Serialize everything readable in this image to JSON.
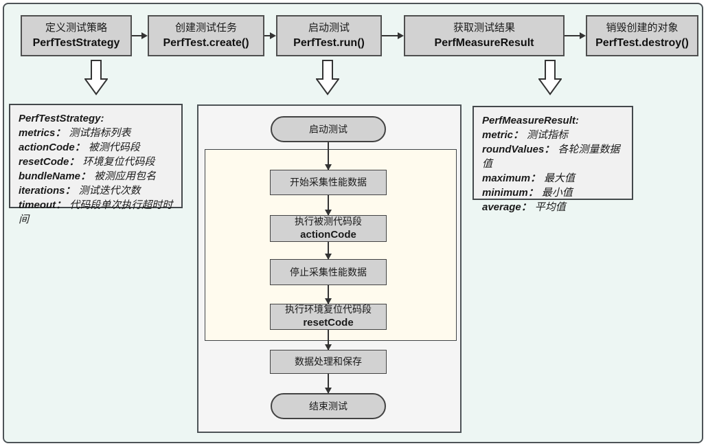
{
  "top_flow": {
    "steps": [
      {
        "label": "定义测试策略",
        "code": "PerfTestStrategy"
      },
      {
        "label": "创建测试任务",
        "code": "PerfTest.create()"
      },
      {
        "label": "启动测试",
        "code": "PerfTest.run()"
      },
      {
        "label": "获取测试结果",
        "code": "PerfMeasureResult"
      },
      {
        "label": "销毁创建的对象",
        "code": "PerfTest.destroy()"
      }
    ]
  },
  "strategy_panel": {
    "title": "PerfTestStrategy:",
    "separator": "：",
    "fields": [
      {
        "name": "metrics",
        "desc": "测试指标列表"
      },
      {
        "name": "actionCode",
        "desc": "被测代码段"
      },
      {
        "name": "resetCode",
        "desc": "环境复位代码段"
      },
      {
        "name": "bundleName",
        "desc": "被测应用包名"
      },
      {
        "name": "iterations",
        "desc": "测试迭代次数"
      },
      {
        "name": "timeout",
        "desc": "代码段单次执行超时时间"
      }
    ]
  },
  "result_panel": {
    "title": "PerfMeasureResult:",
    "separator": "：",
    "fields": [
      {
        "name": "metric",
        "desc": "测试指标"
      },
      {
        "name": "roundValues",
        "desc": "各轮测量数据值"
      },
      {
        "name": "maximum",
        "desc": "最大值"
      },
      {
        "name": "minimum",
        "desc": "最小值"
      },
      {
        "name": "average",
        "desc": "平均值"
      }
    ]
  },
  "run_flowchart": {
    "start_label": "启动测试",
    "steps": [
      {
        "label": "开始采集性能数据",
        "code": ""
      },
      {
        "label": "执行被测代码段",
        "code": "actionCode"
      },
      {
        "label": "停止采集性能数据",
        "code": ""
      },
      {
        "label": "执行环境复位代码段",
        "code": "resetCode"
      },
      {
        "label": "数据处理和保存",
        "code": ""
      }
    ],
    "end_label": "结束测试"
  },
  "colors": {
    "canvas_background": "#edf6f3",
    "node_fill": "#d2d2d2",
    "panel_fill": "#f1f1f1",
    "container_fill": "#f5f5f5",
    "highlight_fill": "#fffbee",
    "border_dark": "#4d5357",
    "arrow_color": "#333333"
  }
}
